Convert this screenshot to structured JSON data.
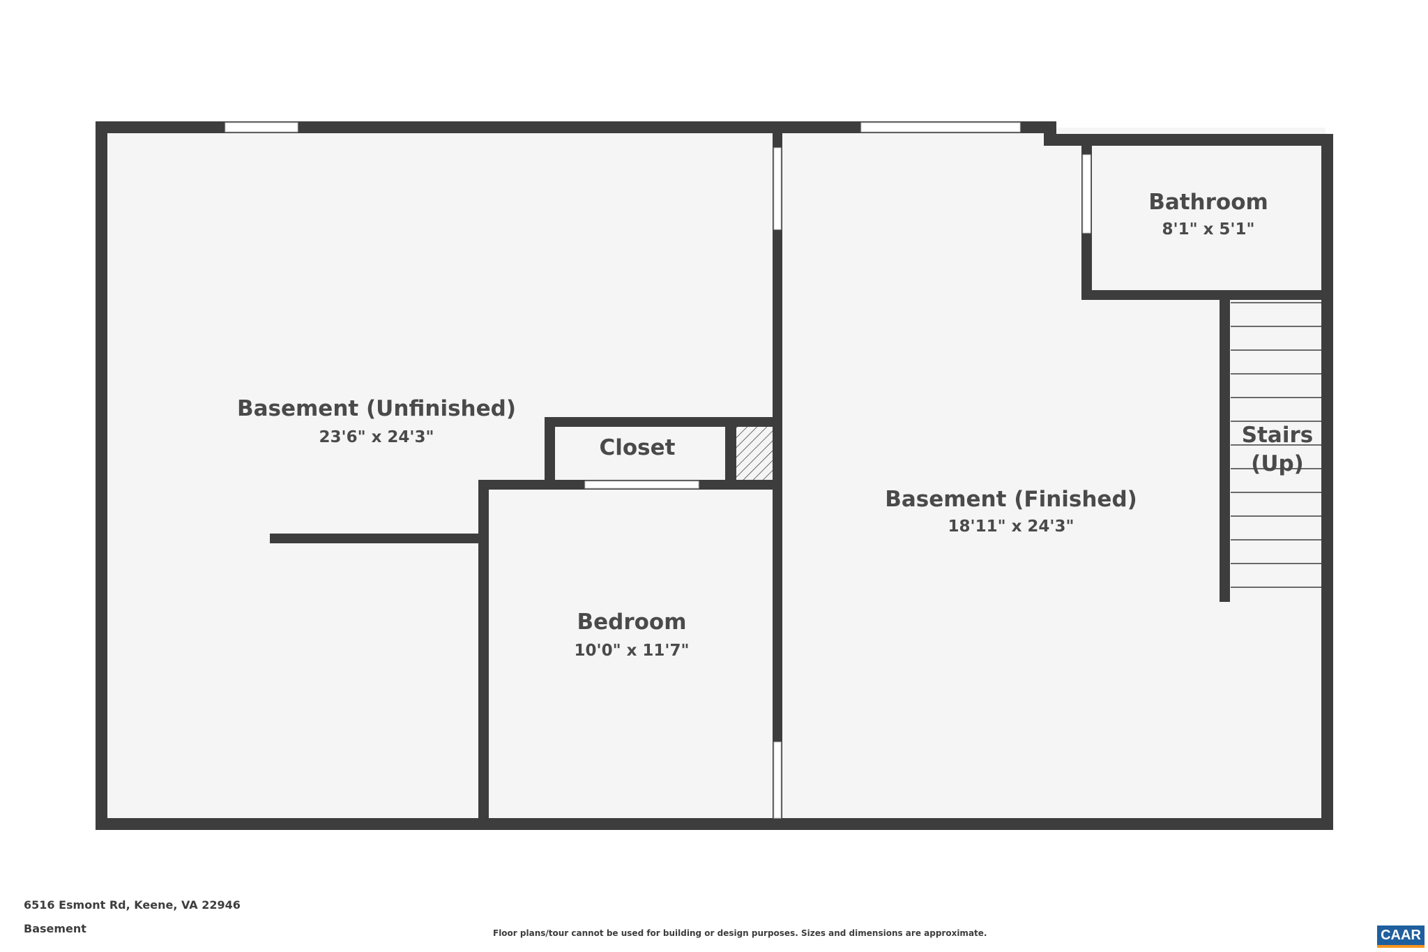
{
  "rooms": {
    "unfinished": {
      "name": "Basement (Unfinished)",
      "dims": "23'6\" x 24'3\""
    },
    "closet": {
      "name": "Closet"
    },
    "bedroom": {
      "name": "Bedroom",
      "dims": "10'0\" x 11'7\""
    },
    "finished": {
      "name": "Basement (Finished)",
      "dims": "18'11\" x 24'3\""
    },
    "bathroom": {
      "name": "Bathroom",
      "dims": "8'1\" x 5'1\""
    },
    "stairs": {
      "line1": "Stairs",
      "line2": "(Up)"
    }
  },
  "footer": {
    "address": "6516 Esmont Rd, Keene, VA 22946",
    "level": "Basement",
    "disclaimer": "Floor plans/tour cannot be used for building or design purposes. Sizes and dimensions are approximate.",
    "logo": "CAAR"
  },
  "colors": {
    "wall": "#3d3d3d",
    "floor": "#f5f5f5",
    "window": "#ffffff",
    "text": "#4a4a4a",
    "logo_bg": "#1f5f9e",
    "logo_accent": "#f7941d"
  }
}
